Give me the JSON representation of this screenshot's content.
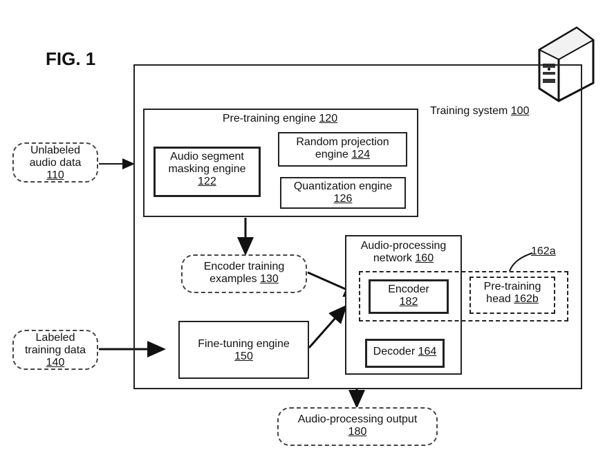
{
  "figure": {
    "label": "FIG. 1"
  },
  "training_system": {
    "name": "Training system",
    "ref": "100"
  },
  "pretraining_engine": {
    "name": "Pre-training engine",
    "ref": "120"
  },
  "audio_segment_masking_engine": {
    "line1": "Audio segment",
    "line2": "masking engine",
    "ref": "122"
  },
  "random_projection_engine": {
    "line1": "Random projection",
    "line2": "engine",
    "ref": "124"
  },
  "quantization_engine": {
    "name": "Quantization engine",
    "ref": "126"
  },
  "unlabeled_audio_data": {
    "line1": "Unlabeled",
    "line2": "audio data",
    "ref": "110"
  },
  "encoder_training_examples": {
    "line1": "Encoder training",
    "line2": "examples",
    "ref": "130"
  },
  "labeled_training_data": {
    "line1": "Labeled",
    "line2": "training data",
    "ref": "140"
  },
  "finetuning_engine": {
    "name": "Fine-tuning engine",
    "ref": "150"
  },
  "audio_processing_network": {
    "line1": "Audio-processing",
    "line2": "network",
    "ref": "160"
  },
  "encoder": {
    "name": "Encoder",
    "ref": "182"
  },
  "pretraining_head": {
    "line1": "Pre-training",
    "line2": "head",
    "ref": "162b"
  },
  "group_ref": "162a",
  "decoder": {
    "name": "Decoder",
    "ref": "164"
  },
  "audio_processing_output": {
    "name": "Audio-processing output",
    "ref": "180"
  }
}
